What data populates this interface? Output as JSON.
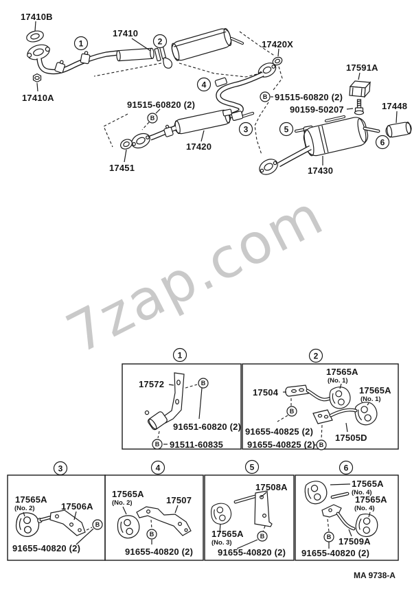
{
  "watermark": "7zap.com",
  "doc_code": "MA 9738-A",
  "b_mark": "B",
  "callouts": {
    "n1": "1",
    "n2": "2",
    "n3": "3",
    "n4": "4",
    "n5": "5",
    "n6": "6"
  },
  "top": {
    "gasket_upper": "17410B",
    "front_pipe": "17410",
    "nut": "17410A",
    "gasket_center": "17420X",
    "insulator_bracket": "17591A",
    "bolt_right": "91515-60820 (2)",
    "bolt_left": "91515-60820 (2)",
    "mount_bolt": "90159-50207",
    "tailpipe_tip": "17448",
    "center_pipe": "17420",
    "gasket_front": "17451",
    "main_muffler": "17430"
  },
  "panel1": {
    "num": "1",
    "bracket": "17572",
    "bolt_upper": "91651-60820 (2)",
    "bolt_lower": "91511-60835"
  },
  "panel2": {
    "num": "2",
    "support": "17504",
    "hanger1": "17565A",
    "hanger1_no": "(No. 1)",
    "hanger2": "17565A",
    "hanger2_no": "(No. 1)",
    "bolt1": "91655-40825 (2)",
    "bolt2": "91655-40825 (2)",
    "bracket": "17505D"
  },
  "panel3": {
    "num": "3",
    "hanger": "17565A",
    "hanger_no": "(No. 2)",
    "bracket": "17506A",
    "bolt": "91655-40820 (2)"
  },
  "panel4": {
    "num": "4",
    "hanger": "17565A",
    "hanger_no": "(No. 2)",
    "bracket": "17507",
    "bolt": "91655-40820 (2)"
  },
  "panel5": {
    "num": "5",
    "bracket": "17508A",
    "hanger": "17565A",
    "hanger_no": "(No. 3)",
    "bolt": "91655-40820 (2)"
  },
  "panel6": {
    "num": "6",
    "hanger1": "17565A",
    "hanger1_no": "(No. 4)",
    "hanger2": "17565A",
    "hanger2_no": "(No. 4)",
    "bracket": "17509A",
    "bolt": "91655-40820 (2)"
  }
}
